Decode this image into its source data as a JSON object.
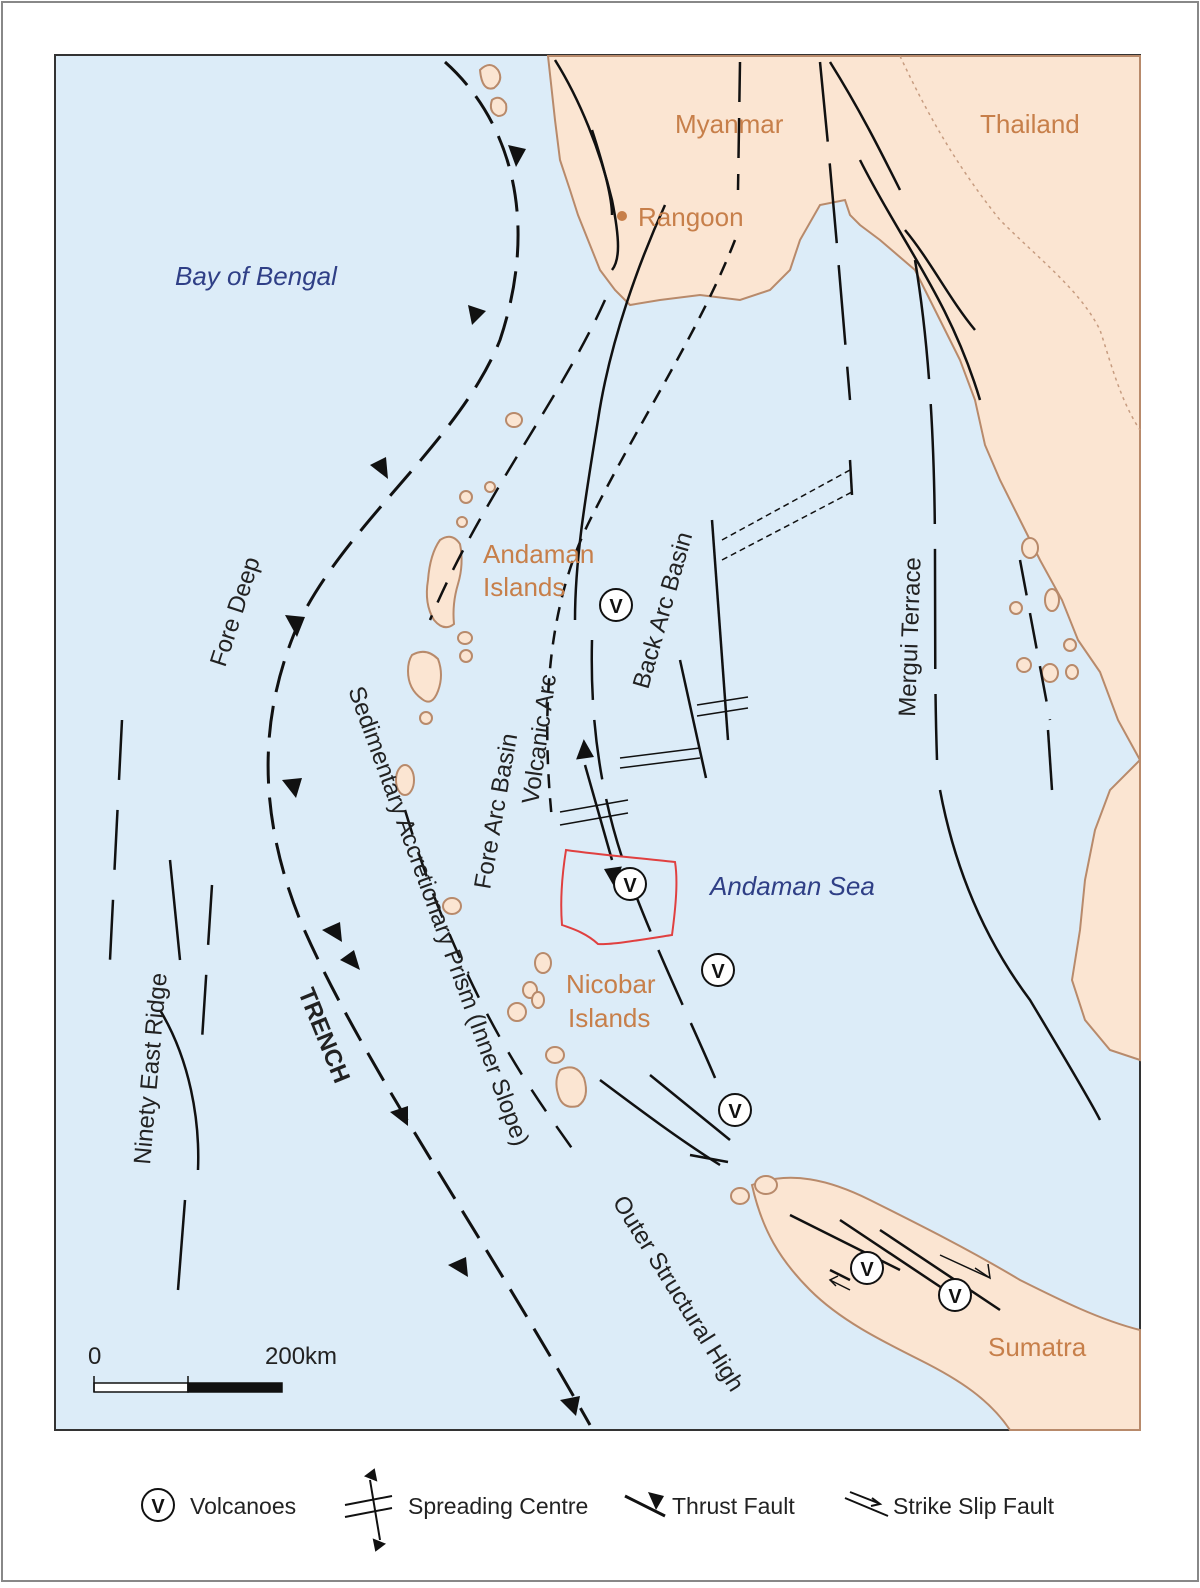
{
  "places": {
    "myanmar": "Myanmar",
    "thailand": "Thailand",
    "rangoon": "Rangoon",
    "andaman_islands_1": "Andaman",
    "andaman_islands_2": "Islands",
    "nicobar_islands_1": "Nicobar",
    "nicobar_islands_2": "Islands",
    "sumatra": "Sumatra"
  },
  "seas": {
    "bay_of_bengal": "Bay of Bengal",
    "andaman_sea": "Andaman Sea"
  },
  "features": {
    "fore_deep": "Fore Deep",
    "ninety_east_ridge": "Ninety East Ridge",
    "trench": "TRENCH",
    "accretionary_prism": "Sedimentary Accretionary Prism (Inner Slope)",
    "fore_arc_basin": "Fore Arc Basin",
    "volcanic_arc": "Volcanic Arc",
    "back_arc_basin": "Back Arc Basin",
    "mergui_terrace": "Mergui Terrace",
    "outer_structural_high": "Outer Structural High"
  },
  "volcano_symbol": "V",
  "scale": {
    "start": "0",
    "end": "200km"
  },
  "legend": {
    "volcanoes": "Volcanoes",
    "spreading_centre": "Spreading Centre",
    "thrust_fault": "Thrust Fault",
    "strike_slip_fault": "Strike Slip Fault"
  },
  "colors": {
    "sea": "#dcecf8",
    "land": "#fbe5d2",
    "land_outline": "#b88a6b",
    "place_label": "#c77f4a",
    "sea_label": "#2f3f86",
    "annotation": "#e04040"
  }
}
